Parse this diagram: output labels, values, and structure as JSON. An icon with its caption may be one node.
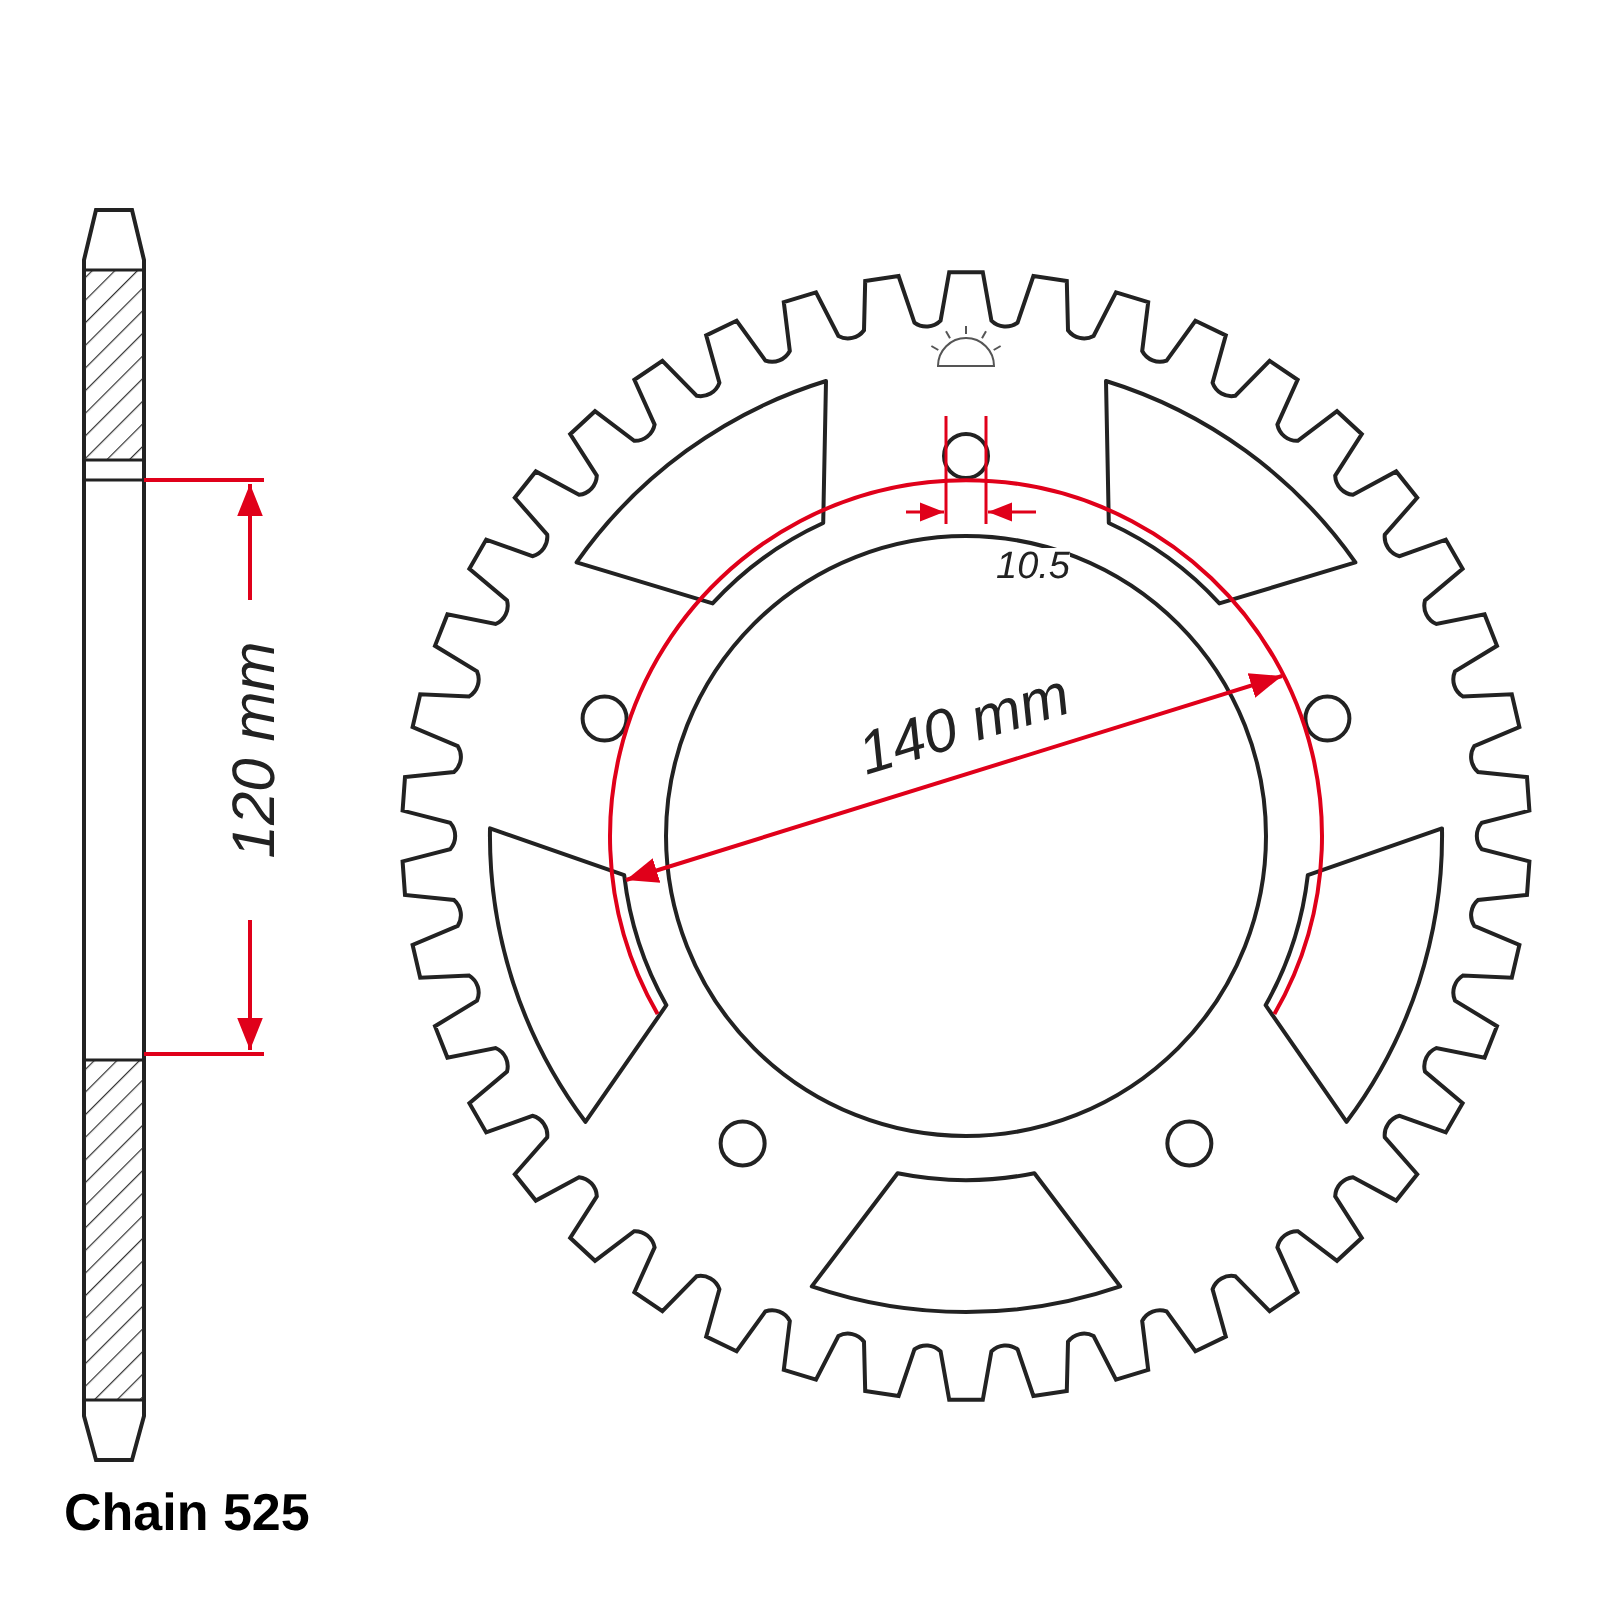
{
  "diagram": {
    "labels": [
      "120 mm",
      "10.5",
      "140 mm",
      "Chain 525"
    ]
  }
}
